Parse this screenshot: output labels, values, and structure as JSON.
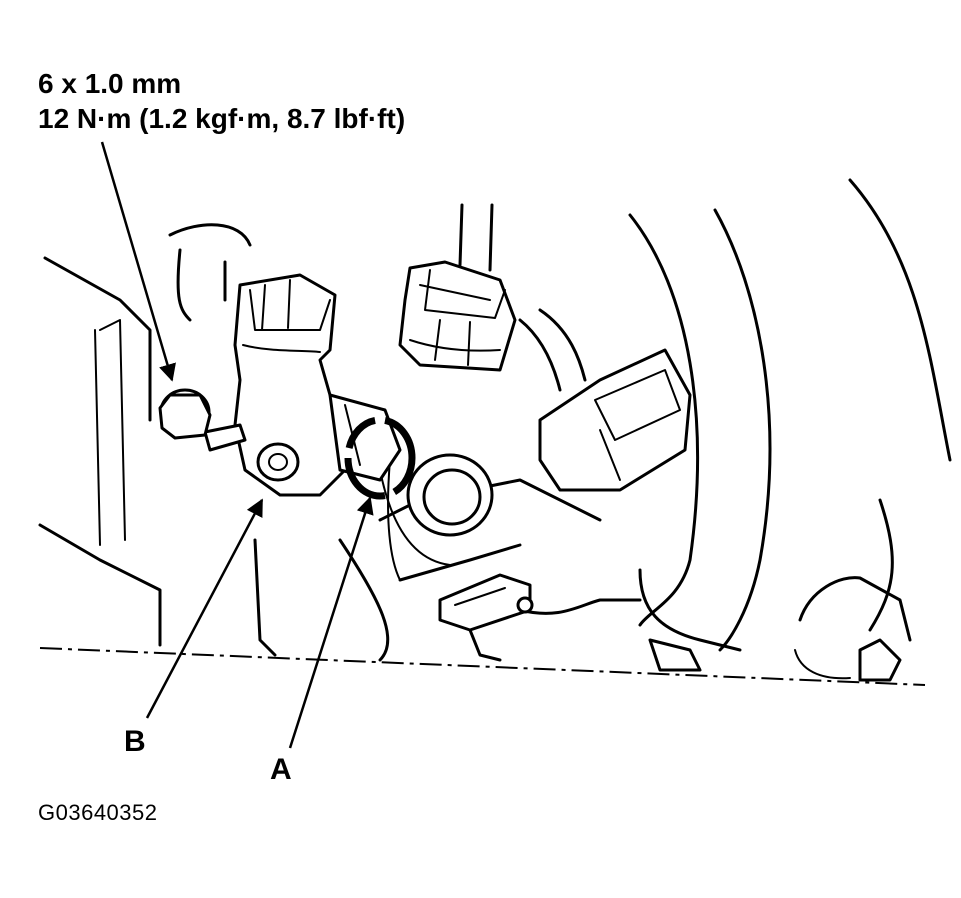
{
  "specification": {
    "bolt_size": "6 x 1.0 mm",
    "torque": "12 N·m (1.2 kgf·m, 8.7 lbf·ft)"
  },
  "callouts": {
    "a": "A",
    "b": "B"
  },
  "figure_code": "G03640352"
}
